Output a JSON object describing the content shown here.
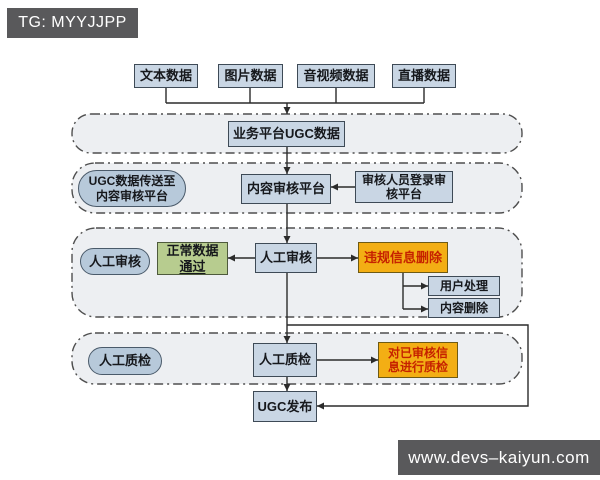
{
  "banners": {
    "top": "TG: MYYJJPP",
    "bottom": "www.devs–kaiyun.com"
  },
  "sources": {
    "items": [
      "文本数据",
      "图片数据",
      "音视频数据",
      "直播数据"
    ]
  },
  "flow": {
    "ugc_data_box": "业务平台UGC数据",
    "transfer_label": "UGC数据传送至\n内容审核平台",
    "content_platform": "内容审核平台",
    "reviewer_login": "审核人员登录审\n核平台",
    "review_stage_label": "人工审核",
    "pass_box": {
      "line1": "正常数据",
      "line2": "通过"
    },
    "manual_review_box": "人工审核",
    "violation_box": "违规信息删除",
    "violation_actions": [
      "用户处理",
      "内容删除"
    ],
    "qc_stage_label": "人工质检",
    "qc_box": "人工质检",
    "qc_note": "对已审核信\n息进行质检",
    "publish_box": "UGC发布"
  },
  "colors": {
    "box_blue": "#c9d6e4",
    "stadium_blue": "#b7c9da",
    "box_green": "#b7cc8f",
    "box_orange": "#f3ae14",
    "text_red": "#c62200",
    "banner_gray": "#59595b",
    "container_fill": "#edeff2",
    "line_dark": "#2b2b2b"
  }
}
